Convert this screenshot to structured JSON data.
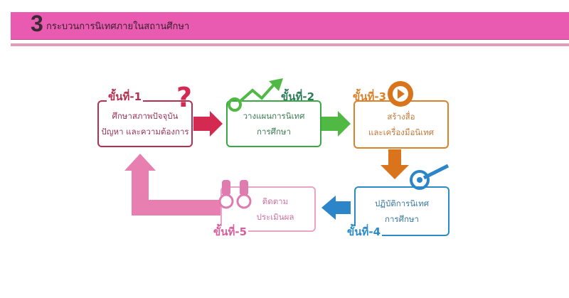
{
  "header": {
    "number": "3",
    "title": "กระบวนการนิเทศภายในสถานศึกษา"
  },
  "steps": [
    {
      "label": "ขั้นที่-1",
      "line1": "ศึกษาสภาพปัจจุบัน",
      "line2": "ปัญหา และความต้องการ",
      "color": "#b5304f"
    },
    {
      "label": "ขั้นที่-2",
      "line1": "วางแผนการนิเทศ",
      "line2": "การศึกษา",
      "color": "#3aa845"
    },
    {
      "label": "ขั้นที่-3",
      "line1": "สร้างสื่อ",
      "line2": "และเครื่องมือนิเทศ",
      "color": "#d9822b"
    },
    {
      "label": "ขั้นที่-4",
      "line1": "ปฏิบัติการนิเทศ",
      "line2": "การศึกษา",
      "color": "#2b8bc6"
    },
    {
      "label": "ขั้นที่-5",
      "line1": "ติดตาม",
      "line2": "ประเมินผล",
      "color": "#e07bb0"
    }
  ]
}
